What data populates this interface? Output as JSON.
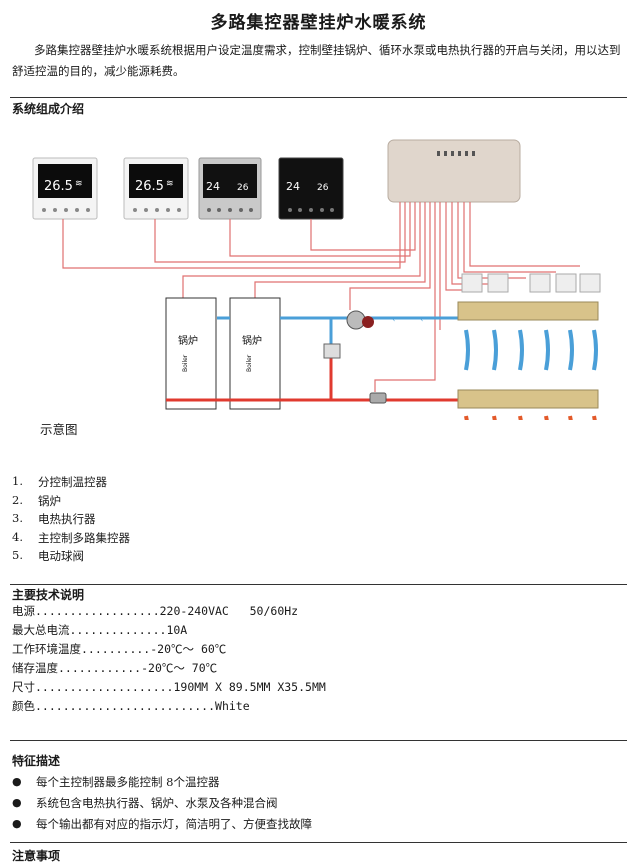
{
  "title": "多路集控器壁挂炉水暖系统",
  "intro": "多路集控器壁挂炉水暖系统根据用户设定温度需求，控制壁挂锅炉、循环水泵或电热执行器的开启与关闭，用以达到舒适控温的目的，减少能源耗费。",
  "sections": {
    "composition": "系统组成介绍",
    "tech": "主要技术说明",
    "features": "特征描述",
    "notes": "注意事项"
  },
  "diagram": {
    "caption": "示意图",
    "boiler_cn": "锅炉",
    "boiler_en": "Boiler",
    "thermostat_readings": [
      "26.5",
      "26.5",
      "24",
      "26",
      "24",
      "26"
    ]
  },
  "components": [
    {
      "num": "1.",
      "text": "分控制温控器"
    },
    {
      "num": "2.",
      "text": "锅炉"
    },
    {
      "num": "3.",
      "text": "电热执行器"
    },
    {
      "num": "4.",
      "text": "主控制多路集控器"
    },
    {
      "num": "5.",
      "text": "电动球阀"
    }
  ],
  "specs": [
    {
      "label": "电源",
      "dots": "..................",
      "value": "220-240VAC   50/60Hz"
    },
    {
      "label": "最大总电流",
      "dots": "..............",
      "value": "10A"
    },
    {
      "label": "工作环境温度",
      "dots": "..........",
      "value": "-20℃～ 60℃"
    },
    {
      "label": "储存温度",
      "dots": "............",
      "value": "-20℃～ 70℃"
    },
    {
      "label": "尺寸",
      "dots": "....................",
      "value": "190MM X 89.5MM X35.5MM"
    },
    {
      "label": "颜色",
      "dots": "..........................",
      "value": "White"
    }
  ],
  "features": [
    "每个主控制器最多能控制 8个温控器",
    "系统包含电热执行器、锅炉、水泵及各种混合阀",
    "每个输出都有对应的指示灯，简洁明了、方便查找故障"
  ],
  "colors": {
    "hot": "#e03a2f",
    "cold": "#4a9fd8",
    "wire": "#e07070"
  }
}
